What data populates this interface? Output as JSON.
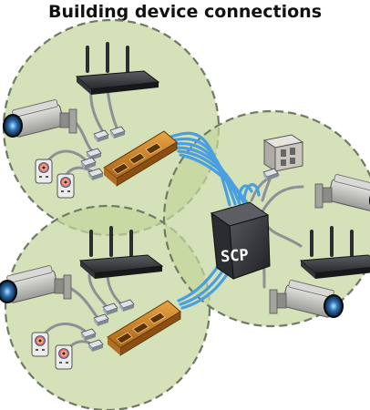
{
  "title": "Building device connections",
  "hub": {
    "label": "SCP"
  },
  "colors": {
    "zone_fill": "#c5d59c",
    "zone_stroke": "#6f7a64",
    "cable": "#4a9fe0",
    "switch": "#d08a2c",
    "hub_body": "#3a3b40"
  },
  "zones": [
    {
      "name": "upper-left-zone",
      "devices": [
        "router-icon",
        "camera-icon",
        "remote-icon",
        "remote-icon",
        "switch-icon"
      ]
    },
    {
      "name": "lower-left-zone",
      "devices": [
        "router-icon",
        "camera-icon",
        "remote-icon",
        "remote-icon",
        "switch-icon"
      ]
    },
    {
      "name": "right-zone",
      "devices": [
        "hub-icon",
        "access-panel-icon",
        "camera-icon",
        "router-icon",
        "camera-icon"
      ]
    }
  ]
}
